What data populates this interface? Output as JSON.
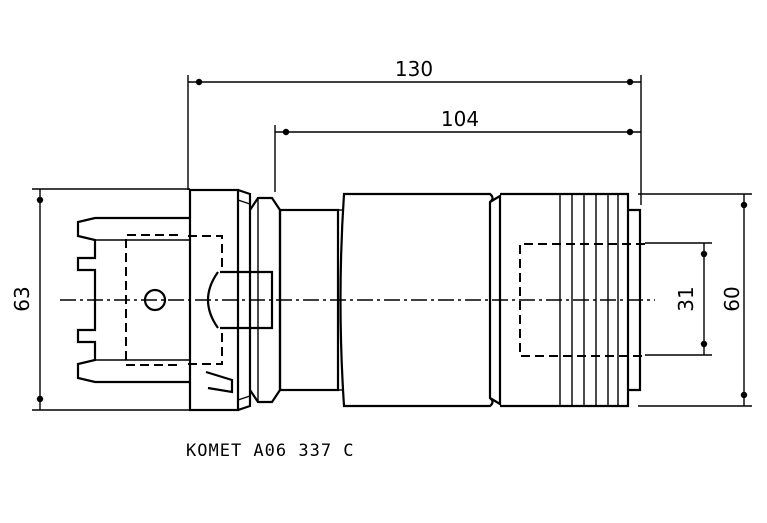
{
  "drawing": {
    "dimensions": {
      "overall_length": "130",
      "body_length": "104",
      "flange_diameter": "63",
      "bore_diameter": "31",
      "body_diameter": "60"
    },
    "caption": "KOMET A06 337 C"
  }
}
